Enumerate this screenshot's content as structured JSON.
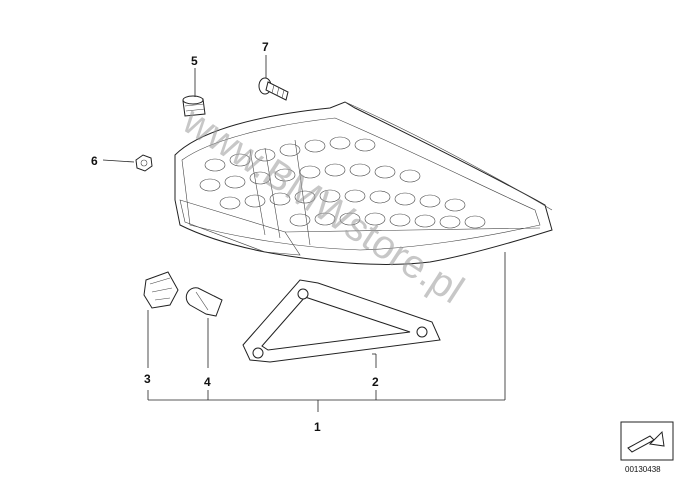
{
  "diagram": {
    "callouts": [
      {
        "id": "1",
        "label": "1"
      },
      {
        "id": "2",
        "label": "2"
      },
      {
        "id": "3",
        "label": "3"
      },
      {
        "id": "4",
        "label": "4"
      },
      {
        "id": "5",
        "label": "5"
      },
      {
        "id": "6",
        "label": "6"
      },
      {
        "id": "7",
        "label": "7"
      }
    ],
    "watermark": "www.BMWstore.pl",
    "reference_number": "00130438"
  },
  "colors": {
    "line": "#222222",
    "watermark": "#9a9a9a",
    "background": "#ffffff"
  }
}
